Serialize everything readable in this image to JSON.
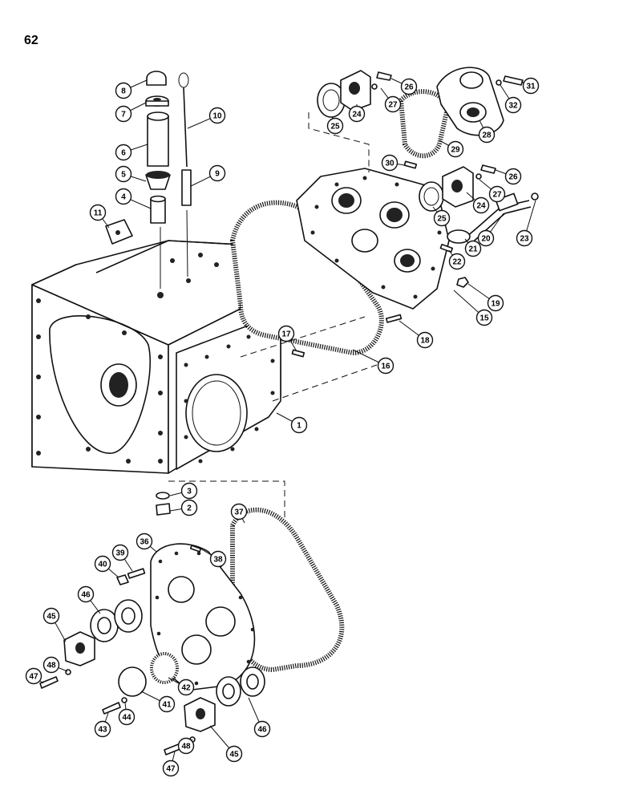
{
  "page_number": "62",
  "callouts": [
    "1",
    "2",
    "3",
    "4",
    "5",
    "6",
    "7",
    "8",
    "9",
    "10",
    "11",
    "15",
    "16",
    "17",
    "18",
    "19",
    "20",
    "21",
    "22",
    "23",
    "24",
    "25",
    "26",
    "27",
    "28",
    "29",
    "30",
    "31",
    "32",
    "36",
    "37",
    "38",
    "39",
    "40",
    "41",
    "42",
    "43",
    "44",
    "45",
    "46",
    "47",
    "48",
    "24",
    "25",
    "26",
    "27",
    "45",
    "46",
    "47",
    "48"
  ]
}
